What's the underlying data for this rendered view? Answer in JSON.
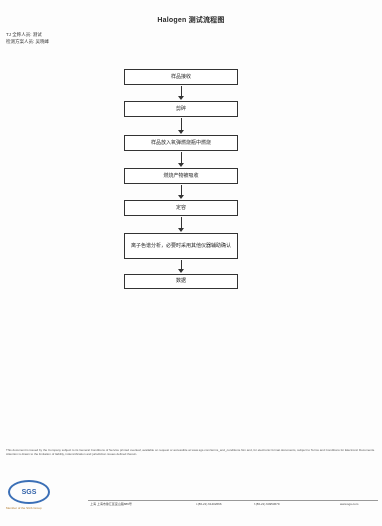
{
  "document": {
    "title": "Halogen 测试流程图",
    "meta_lines": [
      "TJ 全称人员: 测试",
      "检测方案人员: 吴晓峰"
    ]
  },
  "flow_steps": [
    "样品接收",
    "剪碎",
    "样品放入氧弹燃烧瓶中燃烧",
    "燃烧产物被吸收",
    "定容",
    "离子色谱分析，必要时采用其他仪器辅助确认",
    "数据"
  ],
  "footer": {
    "disclaimer": "This document is issued by the Company subject to its General Conditions of Service printed overleaf, available on request or accessible at www.sgs.com/terms_and_conditions.htm and, for electronic format documents, subject to Terms and Conditions for Electronic Documents. Attention is drawn to the limitation of liability, indemnification and jurisdiction issues defined therein.",
    "logo_text": "SGS",
    "stamp_text": "Member of the SGS Group",
    "address": "上海 上海市徐汇区宜山路889号",
    "contacts": [
      "t (86-21) 61402666",
      "f (86-21) 64953679",
      "www.sgs.com"
    ]
  }
}
